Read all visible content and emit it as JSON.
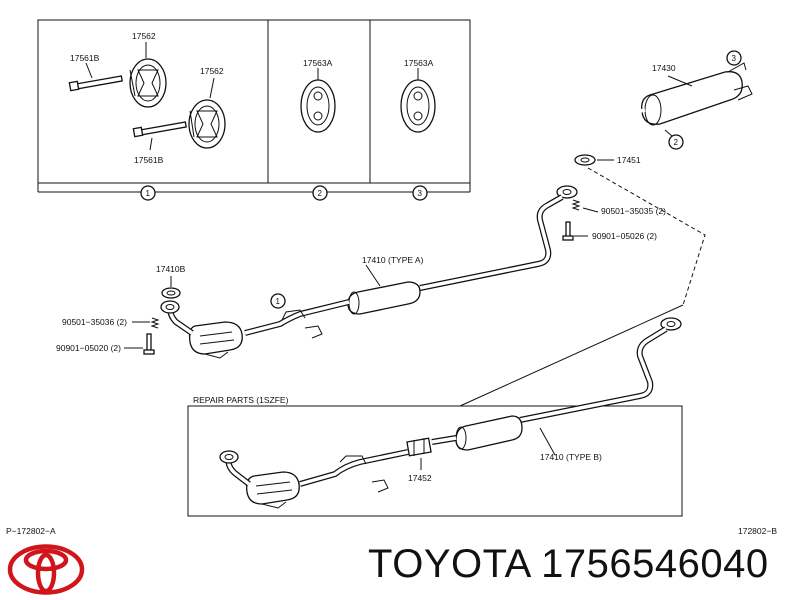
{
  "parts": {
    "p17562_top": "17562",
    "p17562_right": "17562",
    "p17561b_top": "17561B",
    "p17561b_bottom": "17561B",
    "p17563a_left": "17563A",
    "p17563a_right": "17563A",
    "p17430": "17430",
    "p17451": "17451",
    "p90501_35035": "90501−35035 (2)",
    "p90901_05026": "90901−05026 (2)",
    "p17410b": "17410B",
    "p17410_type_a": "17410  (TYPE A)",
    "p90501_35036": "90501−35036 (2)",
    "p90901_05020": "90901−05020 (2)",
    "p17410_type_b": "17410  (TYPE  B)",
    "p17452": "17452"
  },
  "callouts": {
    "c1_box": "1",
    "c2_box": "2",
    "c3_box": "3",
    "c3_muffler": "3",
    "c2_muffler": "2",
    "c1_pipe": "1"
  },
  "repair_parts_title": "REPAIR PARTS  (1SZFE)",
  "ref_left": "P−172802−A",
  "ref_right": "172802−B",
  "brand_line": "TOYOTA 1756546040",
  "logo_icon": "toyota-logo-icon",
  "colors": {
    "logo": "#d0151c",
    "ink": "#111111"
  }
}
